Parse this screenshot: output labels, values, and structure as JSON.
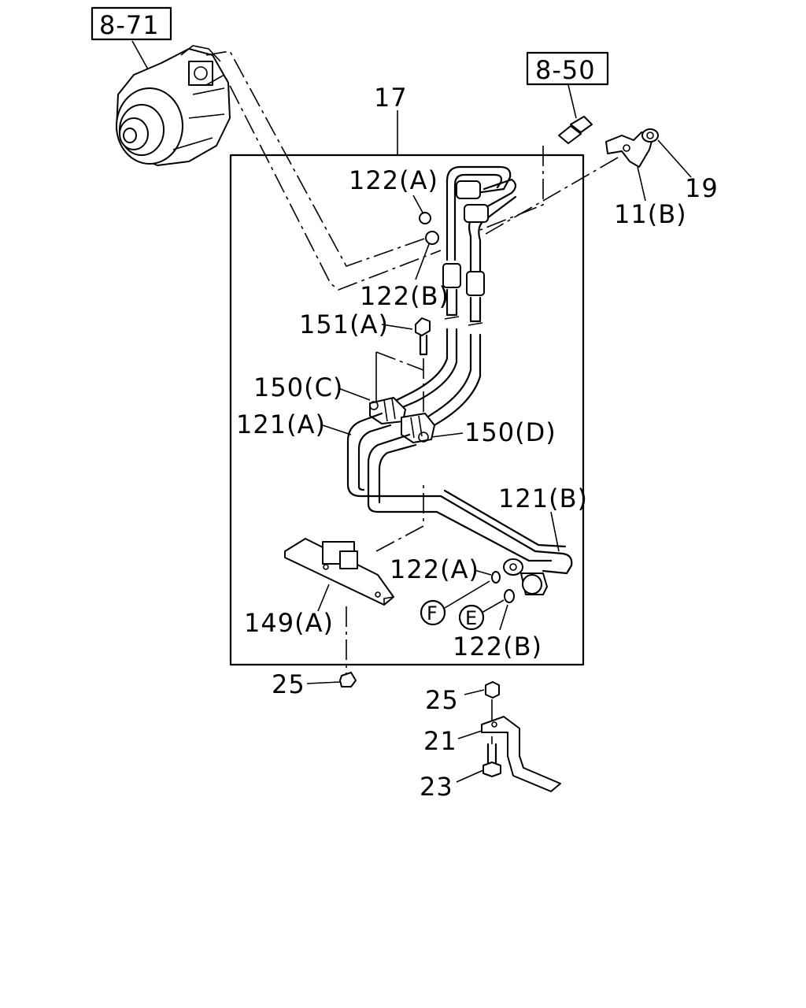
{
  "refs": {
    "ref_8_71": "8-71",
    "ref_8_50": "8-50"
  },
  "labels": {
    "assembly_17": "17",
    "oring_122a_top": "122(A)",
    "oring_122b_top": "122(B)",
    "clip_11b": "11(B)",
    "nut_19": "19",
    "bolt_151a": "151(A)",
    "clamp_150c": "150(C)",
    "pipe_121a": "121(A)",
    "clamp_150d": "150(D)",
    "pipe_121b": "121(B)",
    "oring_122a_bottom": "122(A)",
    "oring_122b_bottom": "122(B)",
    "bracket_149a": "149(A)",
    "nut_25_left": "25",
    "nut_25_right": "25",
    "bracket_21": "21",
    "bolt_23": "23",
    "marker_f": "F",
    "marker_e": "E"
  }
}
